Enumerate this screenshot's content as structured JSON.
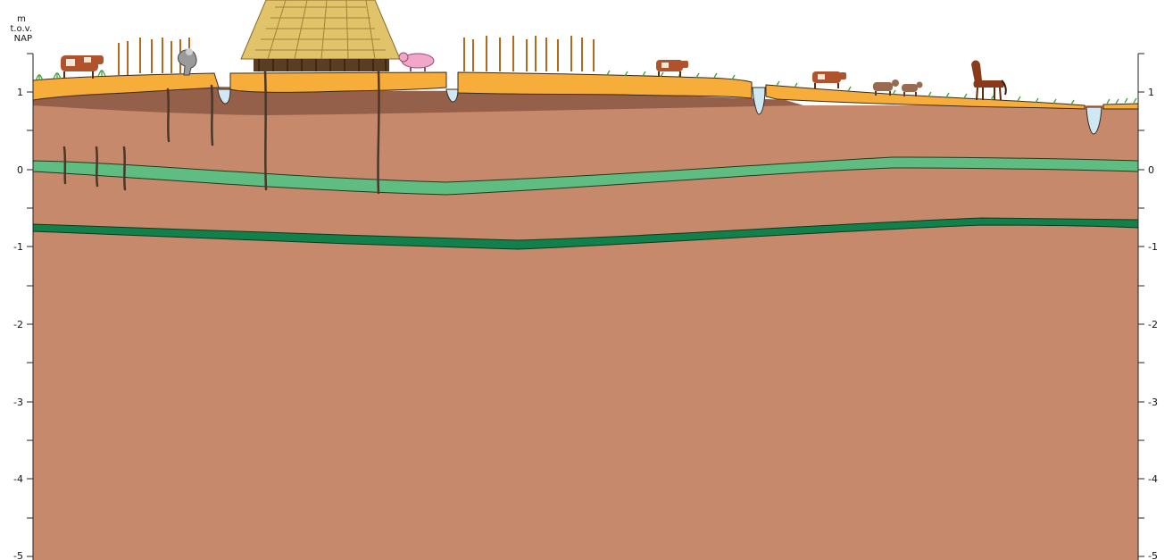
{
  "axis": {
    "unit_line1": "m",
    "unit_line2": "t.o.v.",
    "unit_line3": "NAP",
    "left_ticks": [
      "1",
      "0",
      "-1",
      "-2",
      "-3",
      "-4",
      "-5"
    ],
    "right_ticks": [
      "1",
      "0",
      "-1",
      "-2",
      "-3",
      "-4",
      "-5"
    ]
  },
  "colors": {
    "deep_soil": "#c7896b",
    "peat": "#95604a",
    "topsoil": "#f7ad3a",
    "green_band_light": "#5fbd82",
    "green_band_dark": "#12804a",
    "ditch_water": "#cfe9f4",
    "roof": "#e1c36a",
    "grass": "#3aa13a"
  },
  "icons": [
    "cow-icon",
    "wheat-icon",
    "farmer-icon",
    "farmhouse-icon",
    "pig-icon",
    "sheep-icon",
    "horse-icon",
    "post-icon"
  ]
}
